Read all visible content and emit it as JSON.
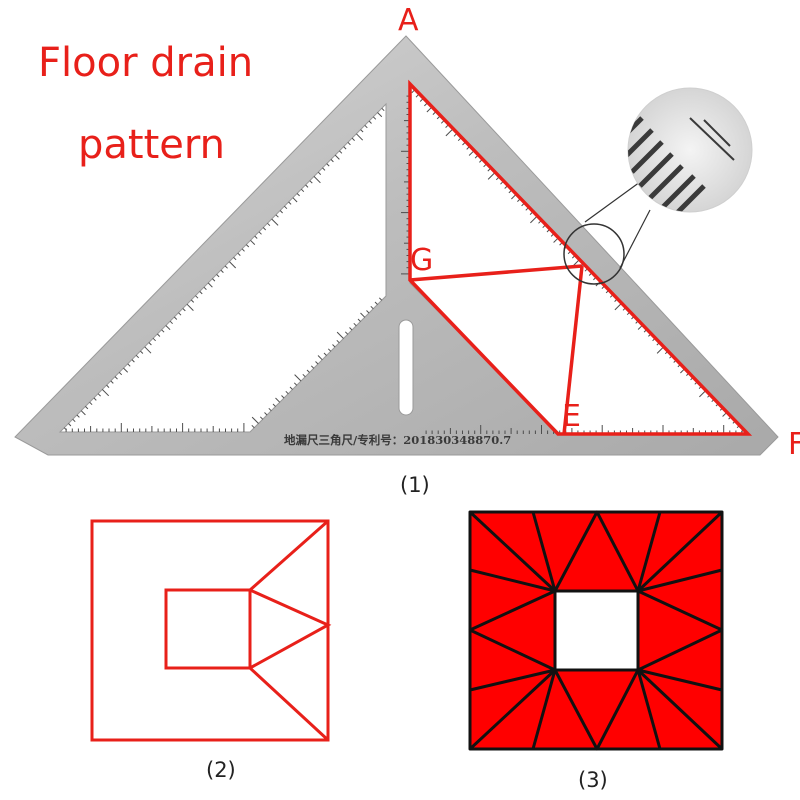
{
  "title": {
    "line1": "Floor drain",
    "line2": "pattern"
  },
  "points": {
    "A": "A",
    "G": "G",
    "E": "E",
    "F": "F"
  },
  "ruler_stamp": "地漏尺三角尺/专利号：201830348870.7",
  "captions": {
    "fig1": "(1)",
    "fig2": "(2)",
    "fig3": "(3)"
  },
  "colors": {
    "accent": "#e8201a",
    "steel": "#b9b9b9",
    "fill": "#ff0000",
    "stroke": "#111111"
  }
}
